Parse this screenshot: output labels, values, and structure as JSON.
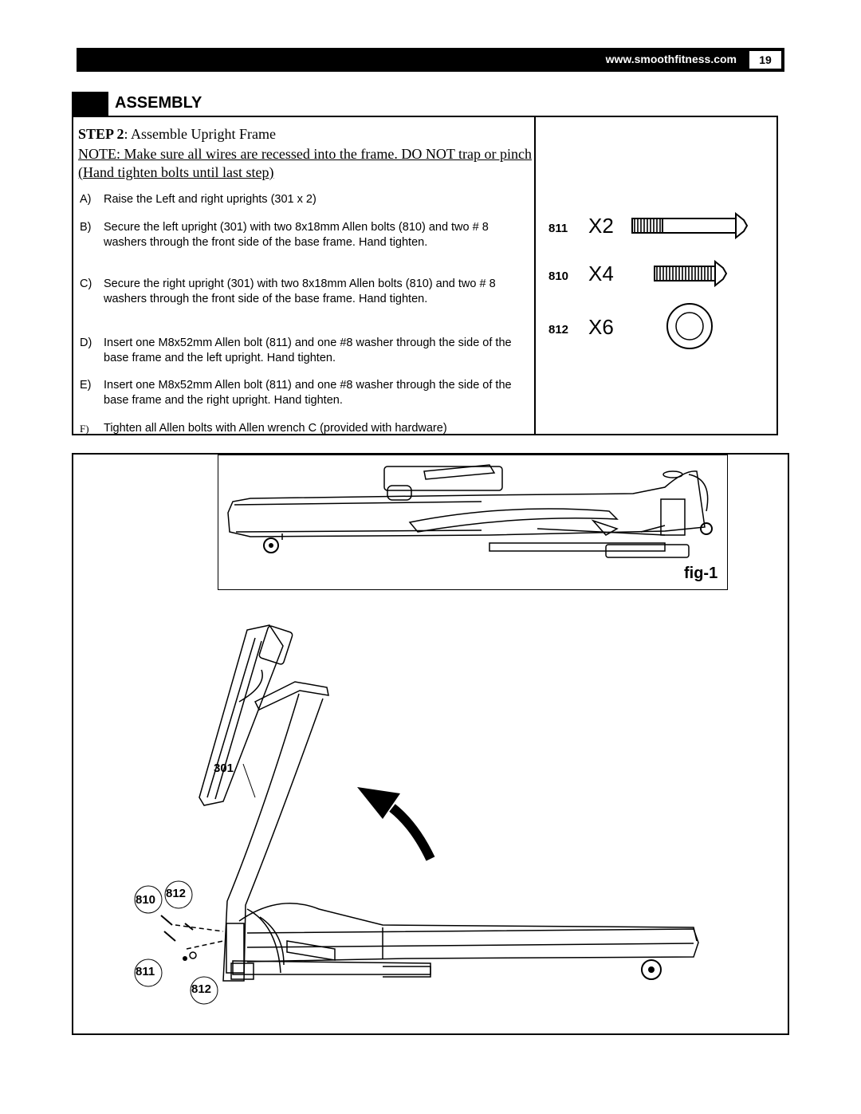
{
  "header": {
    "url": "www.smoothfitness.com",
    "page_number": "19"
  },
  "section_title": "ASSEMBLY",
  "step": {
    "label": "STEP 2",
    "title": ": Assemble Upright  Frame"
  },
  "note": "NOTE: Make sure all wires are recessed into the frame. DO NOT trap or pinch (Hand tighten bolts until last step)",
  "instructions": [
    {
      "letter": "A)",
      "text": "Raise the Left and right uprights (301 x 2)"
    },
    {
      "letter": "B)",
      "text": "Secure the left upright (301) with two 8x18mm Allen bolts (810) and two # 8 washers through the front side of the base frame. Hand tighten."
    },
    {
      "letter": "C)",
      "text": "Secure the right upright (301) with two 8x18mm Allen bolts (810) and two # 8 washers through the front side of the base frame. Hand tighten."
    },
    {
      "letter": "D)",
      "text": "Insert one M8x52mm Allen bolt (811) and one #8 washer through the side of the base frame and the left upright. Hand tighten."
    },
    {
      "letter": "E)",
      "text": "Insert one M8x52mm Allen bolt (811) and one #8 washer through the side of the base frame and the right upright. Hand tighten."
    },
    {
      "letter": "F)",
      "text": "Tighten all Allen bolts with Allen wrench C (provided with hardware)"
    }
  ],
  "hardware": [
    {
      "part": "811",
      "qty": "X2",
      "icon": "long-bolt-icon"
    },
    {
      "part": "810",
      "qty": "X4",
      "icon": "short-bolt-icon"
    },
    {
      "part": "812",
      "qty": "X6",
      "icon": "washer-icon"
    }
  ],
  "figure": {
    "label": "fig-1",
    "callouts": {
      "upright": "301",
      "bolt_short": "810",
      "washer_top": "812",
      "bolt_long": "811",
      "washer_bottom": "812"
    }
  }
}
